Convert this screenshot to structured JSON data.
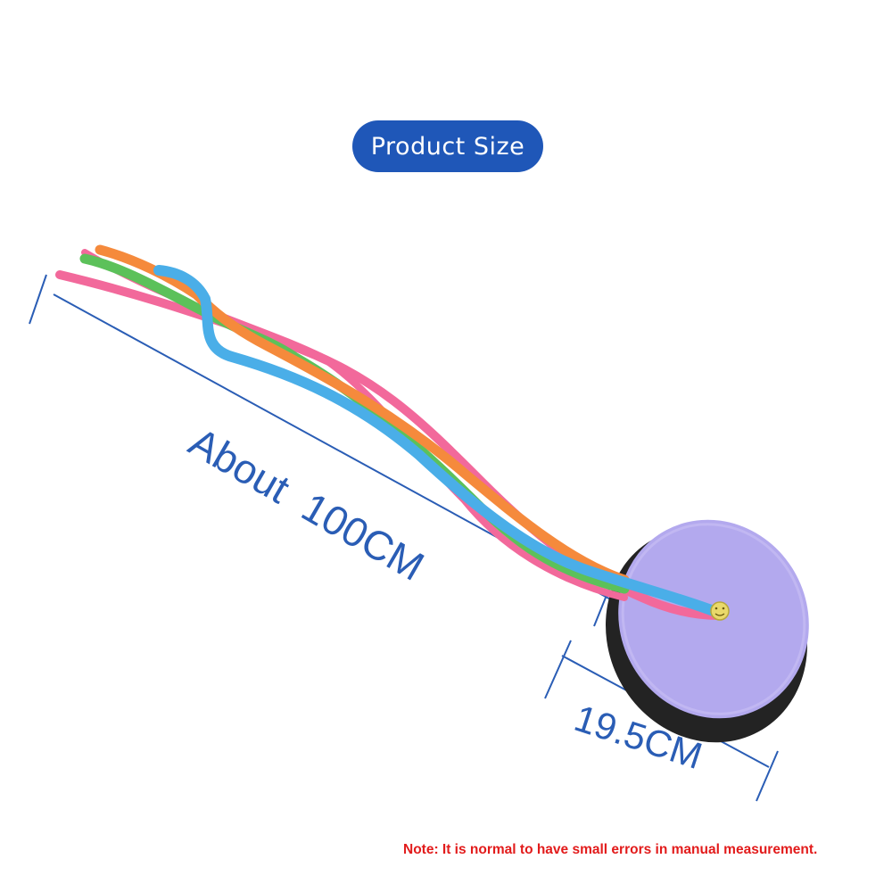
{
  "title": "Product Size",
  "dimensions": {
    "length_label": "About  100CM",
    "width_label": "19.5CM"
  },
  "note": "Note: It is normal to have small errors in manual measurement.",
  "colors": {
    "pill": "#1f57b8",
    "dimension": "#2a5db5",
    "note": "#e21b1b",
    "pad": "#b3a9ee",
    "ribbon_pink": "#f2699b",
    "ribbon_green": "#5cc15a",
    "ribbon_orange": "#f58a3c",
    "ribbon_blue": "#4aaee8"
  }
}
